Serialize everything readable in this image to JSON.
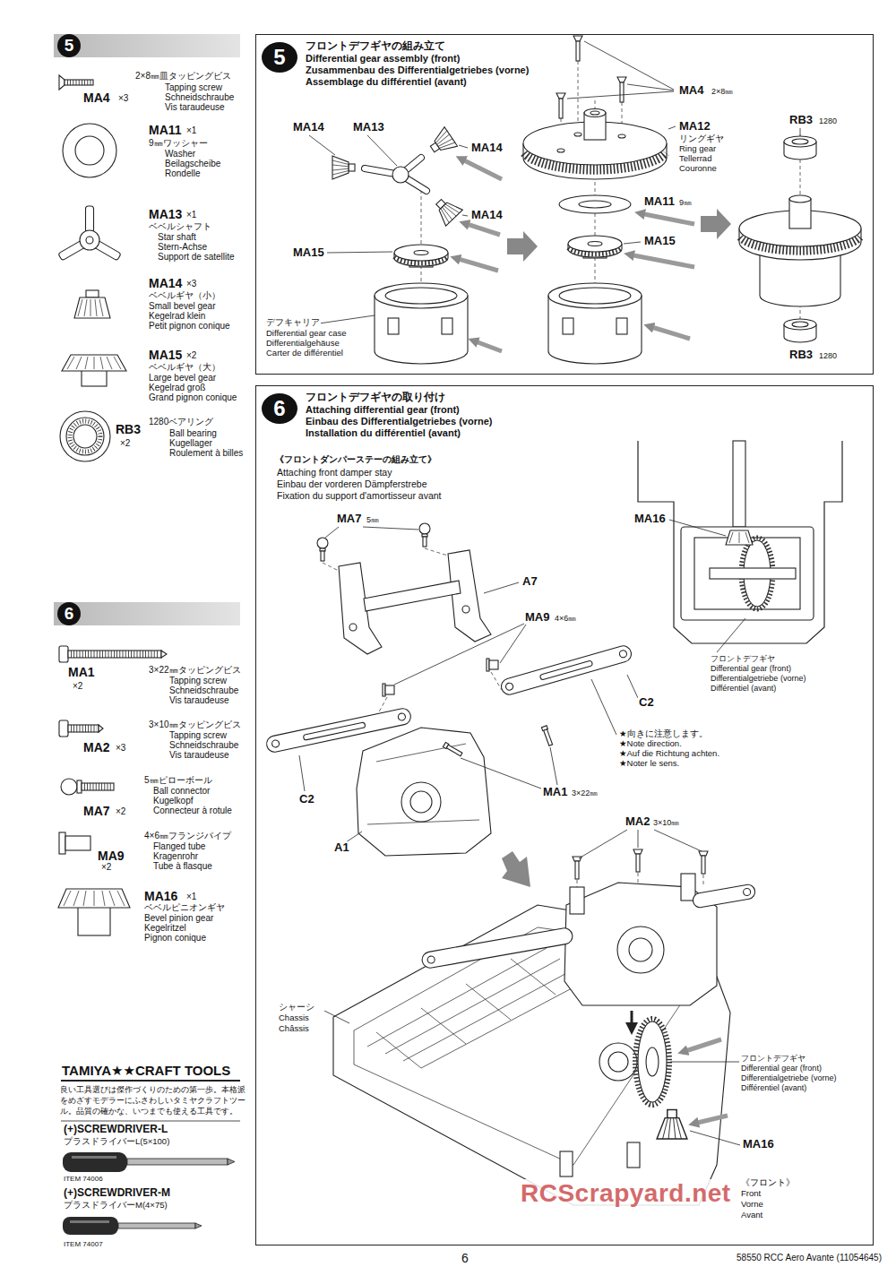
{
  "diagram": {
    "nodes": [
      {
        "text": [
          "5"
        ]
      },
      {
        "text": [
          "6"
        ]
      },
      {
        "text": [
          "フロントデフギヤの組み立て",
          "Differential gear assembly (front)",
          "Zusammenbau des Differentialgetriebes (vorne)",
          "Assemblage du différentiel (avant)"
        ]
      },
      {
        "text": [
          "5"
        ],
        "in": 2
      },
      {
        "text": [
          "フロントデフギヤの取り付け",
          "Attaching differential gear (front)",
          "Einbau des Differentialgetriebes (vorne)",
          "Installation du différentiel (avant)"
        ]
      },
      {
        "text": [
          "6"
        ],
        "in": 4
      }
    ],
    "labels": [
      "2×8㎜皿タッピングビス",
      "MA4",
      "×3",
      "Tapping screw",
      "Schneidschraube",
      "Vis taraudeuse",
      "MA11",
      "×1",
      "9㎜ワッシャー",
      "Washer",
      "Beilagscheibe",
      "Rondelle",
      "MA13",
      "×1",
      "ベベルシャフト",
      "Star shaft",
      "Stern-Achse",
      "Support de satellite",
      "MA14",
      "×3",
      "ベベルギヤ（小）",
      "Small bevel gear",
      "Kegelrad klein",
      "Petit pignon conique",
      "MA15",
      "×2",
      "ベベルギヤ（大）",
      "Large bevel gear",
      "Kegelrad groß",
      "Grand pignon conique",
      "RB3",
      "×2",
      "1280ベアリング",
      "Ball bearing",
      "Kugellager",
      "Roulement à billes",
      "MA1",
      "×2",
      "3×22㎜タッピングビス",
      "Tapping screw",
      "Schneidschraube",
      "Vis taraudeuse",
      "MA2",
      "×3",
      "3×10㎜タッピングビス",
      "Tapping screw",
      "Schneidschraube",
      "Vis taraudeuse",
      "5㎜ピローボール",
      "Ball connector",
      "Kugelkopf",
      "Connecteur à rotule",
      "MA7",
      "×2",
      "4×6㎜フランジパイプ",
      "Flanged tube",
      "Kragenrohr",
      "Tube à flasque",
      "MA9",
      "×2",
      "MA16",
      "×1",
      "ベベルピニオンギヤ",
      "Bevel pinion gear",
      "Kegelritzel",
      "Pignon conique",
      "TAMIYA★★CRAFT TOOLS",
      "良い工具選びは傑作づくりのための第一歩。本格派",
      "をめざすモデラーにふさわしいタミヤクラフトツー",
      "ル。品質の確かな、いつまでも使える工具です。",
      "(+)SCREWDRIVER-L",
      "プラスドライバーL(5×100)",
      "ITEM 74006",
      "(+)SCREWDRIVER-M",
      "プラスドライバーM(4×75)",
      "ITEM 74007",
      "6",
      "58550 RCC Aero Avante (11054645)",
      "RCScrapyard.net",
      "MA4",
      "2×8㎜",
      "MA14",
      "MA13",
      "MA12",
      "リングギヤ",
      "Ring gear",
      "Tellerrad",
      "Couronne",
      "RB3",
      "1280",
      "MA14",
      "MA11",
      "9㎜",
      "MA14",
      "MA15",
      "MA15",
      "デフキャリア",
      "Differential gear case",
      "Differentialgehäuse",
      "Carter de différentiel",
      "RB3",
      "1280",
      "《フロントダンパーステーの組み立て》",
      "Attaching front damper stay",
      "Einbau der vorderen Dämpferstrebe",
      "Fixation du support d'amortisseur avant",
      "MA7",
      "5㎜",
      "MA16",
      "A7",
      "MA9",
      "4×6㎜",
      "フロントデフギヤ",
      "Differential gear (front)",
      "Differentialgetriebe (vorne)",
      "Différentiel (avant)",
      "C2",
      "★向きに注意します。",
      "★Note direction.",
      "★Auf die Richtung achten.",
      "★Noter le sens.",
      "MA1",
      "3×22㎜",
      "C2",
      "MA2",
      "3×10㎜",
      "A1",
      "シャーシ",
      "Chassis",
      "Châssis",
      "フロントデフギヤ",
      "Differential gear (front)",
      "Differentialgetriebe (vorne)",
      "Différentiel (avant)",
      "MA16",
      "《フロント》",
      "Front",
      "Vorne",
      "Avant"
    ]
  }
}
